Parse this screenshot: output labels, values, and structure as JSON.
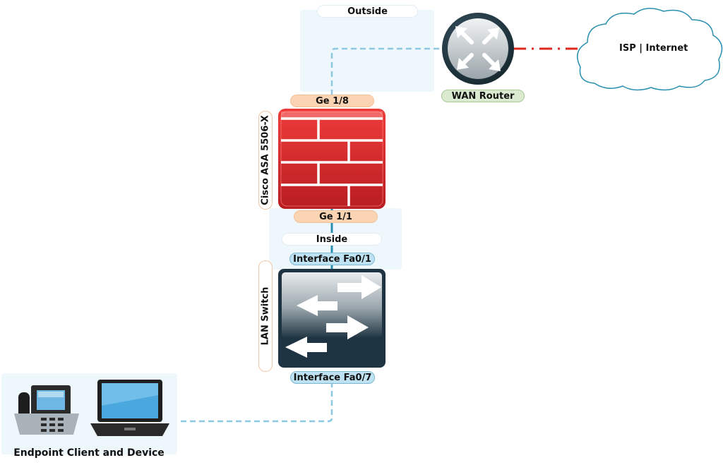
{
  "zones": {
    "outside": "Outside",
    "inside": "Inside"
  },
  "devices": {
    "wan_router": {
      "label": "WAN Router",
      "icon": "router-icon"
    },
    "isp_cloud": {
      "label": "ISP | Internet",
      "icon": "cloud-icon"
    },
    "firewall": {
      "label": "Cisco ASA 5506-X",
      "icon": "firewall-icon"
    },
    "lan_switch": {
      "label": "LAN Switch",
      "icon": "switch-icon"
    },
    "endpoints": {
      "label": "Endpoint Client and Device",
      "icons": [
        "ip-phone-icon",
        "laptop-icon"
      ]
    }
  },
  "interfaces": {
    "ge18": "Ge 1/8",
    "ge11": "Ge 1/1",
    "fa01": "Interface Fa0/1",
    "fa07": "Interface Fa0/7"
  },
  "colors": {
    "zone_bg": "#eef7fb",
    "link_dashed": "#8cc8e0",
    "link_solid": "#2a8fb0",
    "isp_link": "#e0271f",
    "firewall_red": "#d8252a",
    "switch_dark": "#223a4a",
    "router_dark": "#1f3443"
  }
}
